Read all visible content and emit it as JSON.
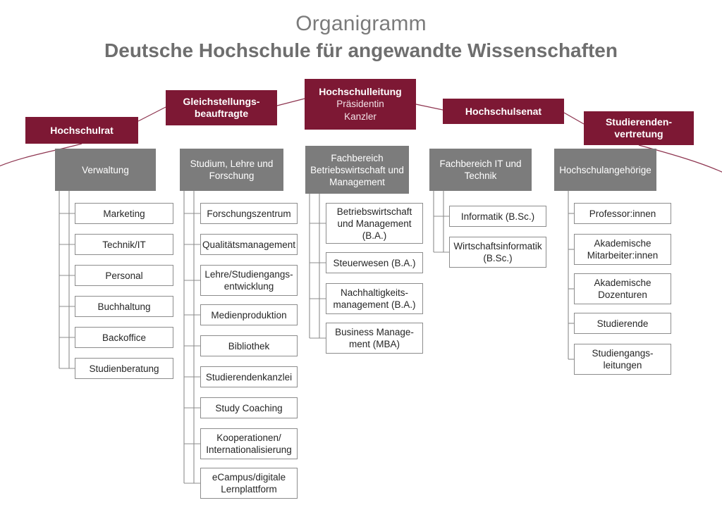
{
  "title": {
    "line1": "Organigramm",
    "line2": "Deutsche Hochschule für angewandte Wissenschaften"
  },
  "colors": {
    "maroon": "#7d1834",
    "gray": "#7c7c7c",
    "leaf_border": "#8c8c8c",
    "title_gray": "#7b7b7b",
    "connector_gray": "#8c8c8c",
    "connector_maroon": "#8e3550"
  },
  "governance": [
    {
      "name": "hochschulrat",
      "title": "Hochschulrat",
      "sub": []
    },
    {
      "name": "gleichstellung",
      "title": "Gleichstellungs-\nbeauftragte",
      "title_lines": [
        "Gleichstellungs-",
        "beauftragte"
      ],
      "sub": []
    },
    {
      "name": "hochschulleitung",
      "title": "Hochschulleitung",
      "sub": [
        "Präsidentin",
        "Kanzler"
      ]
    },
    {
      "name": "hochschulsenat",
      "title": "Hochschulsenat",
      "sub": []
    },
    {
      "name": "studierendenvertretung",
      "title_lines": [
        "Studierenden-",
        "vertretung"
      ],
      "title": "Studierendenvertretung",
      "sub": []
    }
  ],
  "columns": [
    {
      "name": "verwaltung",
      "unit": "Verwaltung",
      "unit_lines": [
        "Verwaltung"
      ],
      "leaves": [
        {
          "lines": [
            "Marketing"
          ]
        },
        {
          "lines": [
            "Technik/IT"
          ]
        },
        {
          "lines": [
            "Personal"
          ]
        },
        {
          "lines": [
            "Buchhaltung"
          ]
        },
        {
          "lines": [
            "Backoffice"
          ]
        },
        {
          "lines": [
            "Studienberatung"
          ]
        }
      ]
    },
    {
      "name": "studium-lehre-forschung",
      "unit": "Studium, Lehre und Forschung",
      "unit_lines": [
        "Studium, Lehre und",
        "Forschung"
      ],
      "leaves": [
        {
          "lines": [
            "Forschungszentrum"
          ]
        },
        {
          "lines": [
            "Qualitätsmanagement"
          ]
        },
        {
          "lines": [
            "Lehre/Studiengangs-",
            "entwicklung"
          ]
        },
        {
          "lines": [
            "Medienproduktion"
          ]
        },
        {
          "lines": [
            "Bibliothek"
          ]
        },
        {
          "lines": [
            "Studierendenkanzlei"
          ]
        },
        {
          "lines": [
            "Study Coaching"
          ]
        },
        {
          "lines": [
            "Kooperationen/",
            "Internationalisierung"
          ]
        },
        {
          "lines": [
            "eCampus/digitale",
            "Lernplattform"
          ]
        }
      ]
    },
    {
      "name": "fachbereich-bwl",
      "unit": "Fachbereich Betriebswirtschaft und Management",
      "unit_lines": [
        "Fachbereich",
        "Betriebswirtschaft und",
        "Management"
      ],
      "leaves": [
        {
          "lines": [
            "Betriebswirtschaft",
            "und Management",
            "(B.A.)"
          ]
        },
        {
          "lines": [
            "Steuerwesen (B.A.)"
          ]
        },
        {
          "lines": [
            "Nachhaltigkeits-",
            "management (B.A.)"
          ]
        },
        {
          "lines": [
            "Business Manage-",
            "ment (MBA)"
          ]
        }
      ]
    },
    {
      "name": "fachbereich-it",
      "unit": "Fachbereich IT und Technik",
      "unit_lines": [
        "Fachbereich IT und",
        "Technik"
      ],
      "leaves": [
        {
          "lines": [
            "Informatik (B.Sc.)"
          ]
        },
        {
          "lines": [
            "Wirtschaftsinformatik",
            "(B.Sc.)"
          ]
        }
      ]
    },
    {
      "name": "hochschulangehoerige",
      "unit": "Hochschulangehörige",
      "unit_lines": [
        "Hochschulangehörige"
      ],
      "leaves": [
        {
          "lines": [
            "Professor:innen"
          ]
        },
        {
          "lines": [
            "Akademische",
            "Mitarbeiter:innen"
          ]
        },
        {
          "lines": [
            "Akademische",
            "Dozenturen"
          ]
        },
        {
          "lines": [
            "Studierende"
          ]
        },
        {
          "lines": [
            "Studiengangs-",
            "leitungen"
          ]
        }
      ]
    }
  ]
}
